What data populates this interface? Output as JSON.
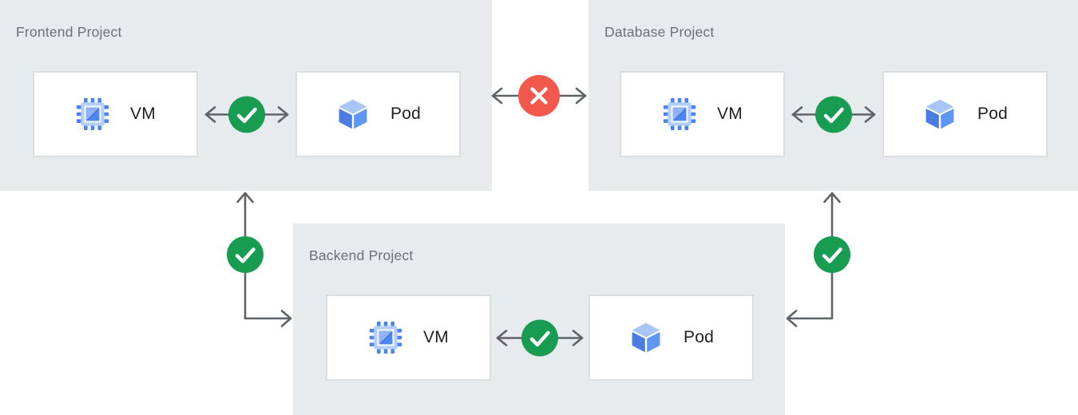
{
  "diagram": {
    "panels": [
      {
        "id": "frontend-project",
        "title": "Frontend Project",
        "nodes": [
          {
            "label": "VM",
            "icon": "compute-engine-vm-icon"
          },
          {
            "label": "Pod",
            "icon": "kubernetes-pod-icon"
          }
        ],
        "internal_connection": {
          "from": "VM",
          "to": "Pod",
          "status": "allowed",
          "icon": "check-icon",
          "bidirectional": true
        }
      },
      {
        "id": "database-project",
        "title": "Database Project",
        "nodes": [
          {
            "label": "VM",
            "icon": "compute-engine-vm-icon"
          },
          {
            "label": "Pod",
            "icon": "kubernetes-pod-icon"
          }
        ],
        "internal_connection": {
          "from": "VM",
          "to": "Pod",
          "status": "allowed",
          "icon": "check-icon",
          "bidirectional": true
        }
      },
      {
        "id": "backend-project",
        "title": "Backend Project",
        "nodes": [
          {
            "label": "VM",
            "icon": "compute-engine-vm-icon"
          },
          {
            "label": "Pod",
            "icon": "kubernetes-pod-icon"
          }
        ],
        "internal_connection": {
          "from": "VM",
          "to": "Pod",
          "status": "allowed",
          "icon": "check-icon",
          "bidirectional": true
        }
      }
    ],
    "connections": [
      {
        "from": "Frontend Project",
        "to": "Database Project",
        "status": "blocked",
        "icon": "x-icon",
        "bidirectional": true
      },
      {
        "from": "Frontend Project",
        "to": "Backend Project",
        "status": "allowed",
        "icon": "check-icon",
        "bidirectional": true
      },
      {
        "from": "Database Project",
        "to": "Backend Project",
        "status": "allowed",
        "icon": "check-icon",
        "bidirectional": true
      }
    ],
    "colors": {
      "allowed_green": "#189C52",
      "blocked_red": "#F2584B",
      "panel_background": "#E8EBEE",
      "arrow_gray": "#5F6368",
      "node_background": "#FFFFFF",
      "node_border": "#DBDDE1",
      "title_text": "#6C7075",
      "label_text": "#202124",
      "icon_blue_light": "#B3CEFB",
      "icon_blue_medium": "#4C83F1",
      "icon_blue_seam": "#3D6FD9",
      "icon_cube_top": "#A8C6FA",
      "icon_cube_left": "#4B7CE2",
      "icon_cube_right": "#5E96F4"
    }
  }
}
